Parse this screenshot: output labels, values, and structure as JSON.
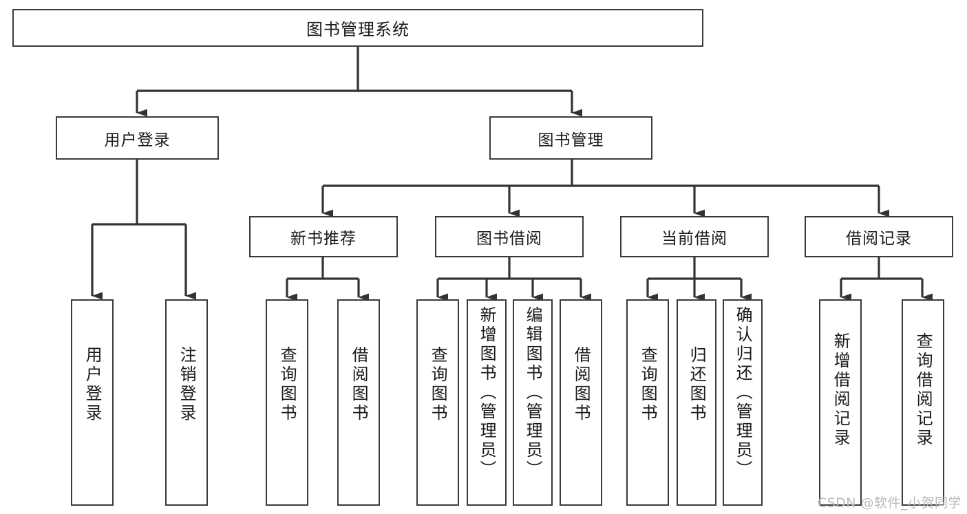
{
  "diagram": {
    "type": "tree-hierarchy",
    "title": "图书管理系统",
    "watermark": "CSDN @软件_小贺同学",
    "colors": {
      "box_border": "#3a3a3a",
      "box_fill": "#ffffff",
      "connector": "#333333",
      "text": "#1a1a1a",
      "watermark": "#b9b9b9"
    },
    "root": {
      "label": "图书管理系统"
    },
    "level2": [
      {
        "label": "用户登录"
      },
      {
        "label": "图书管理"
      }
    ],
    "level3": [
      {
        "label": "新书推荐"
      },
      {
        "label": "图书借阅"
      },
      {
        "label": "当前借阅"
      },
      {
        "label": "借阅记录"
      }
    ],
    "leaves": {
      "user_login": [
        {
          "label": "用户登录"
        },
        {
          "label": "注销登录"
        }
      ],
      "new_book": [
        {
          "label": "查询图书"
        },
        {
          "label": "借阅图书"
        }
      ],
      "book_borrow": [
        {
          "label": "查询图书"
        },
        {
          "label": "新增图书（管理员）"
        },
        {
          "label": "编辑图书（管理员）"
        },
        {
          "label": "借阅图书"
        }
      ],
      "current_borrow": [
        {
          "label": "查询图书"
        },
        {
          "label": "归还图书"
        },
        {
          "label": "确认归还（管理员）"
        }
      ],
      "borrow_record": [
        {
          "label": "新增借阅记录"
        },
        {
          "label": "查询借阅记录"
        }
      ]
    }
  }
}
